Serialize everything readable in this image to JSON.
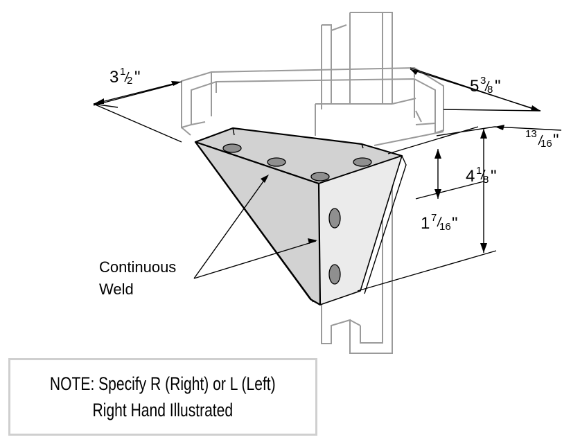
{
  "dimensions": {
    "width_3_1_2": {
      "whole": "3",
      "num": "1",
      "den": "2",
      "unit": "\""
    },
    "width_5_3_8": {
      "whole": "5",
      "num": "3",
      "den": "8",
      "unit": "\""
    },
    "offset_13_16": {
      "num": "13",
      "den": "16",
      "unit": "\""
    },
    "height_4_1_8": {
      "whole": "4",
      "num": "1",
      "den": "8",
      "unit": "\""
    },
    "hole_1_7_16": {
      "whole": "1",
      "num": "7",
      "den": "16",
      "unit": "\""
    }
  },
  "callout": {
    "line1": "Continuous",
    "line2": "Weld"
  },
  "note": {
    "line1": "NOTE:  Specify R (Right) or L (Left)",
    "line2": "Right Hand Illustrated"
  }
}
